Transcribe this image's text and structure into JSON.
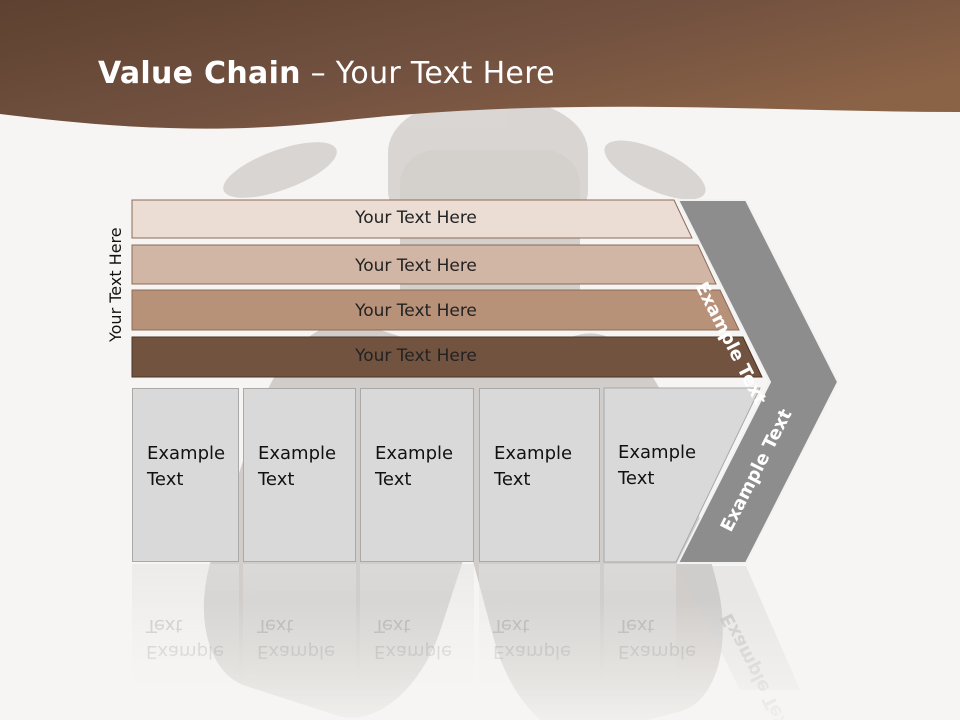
{
  "slide": {
    "title_bold": "Value Chain",
    "title_rest": " – Your Text Here",
    "side_label": "Your Text Here",
    "bars": [
      "Your Text Here",
      "Your Text Here",
      "Your Text Here",
      "Your Text Here"
    ],
    "boxes": [
      {
        "line1": "Example",
        "line2": "Text"
      },
      {
        "line1": "Example",
        "line2": "Text"
      },
      {
        "line1": "Example",
        "line2": "Text"
      },
      {
        "line1": "Example",
        "line2": "Text"
      },
      {
        "line1": "Example",
        "line2": "Text"
      }
    ],
    "chevron_top": "Example Text",
    "chevron_bottom": "Example Text"
  },
  "colors": {
    "header": "#6b4a34",
    "bar1": "#ebdcd4",
    "bar2": "#d1b6a5",
    "bar3": "#b89179",
    "bar4": "#725340",
    "chevron": "#8d8d8d"
  }
}
